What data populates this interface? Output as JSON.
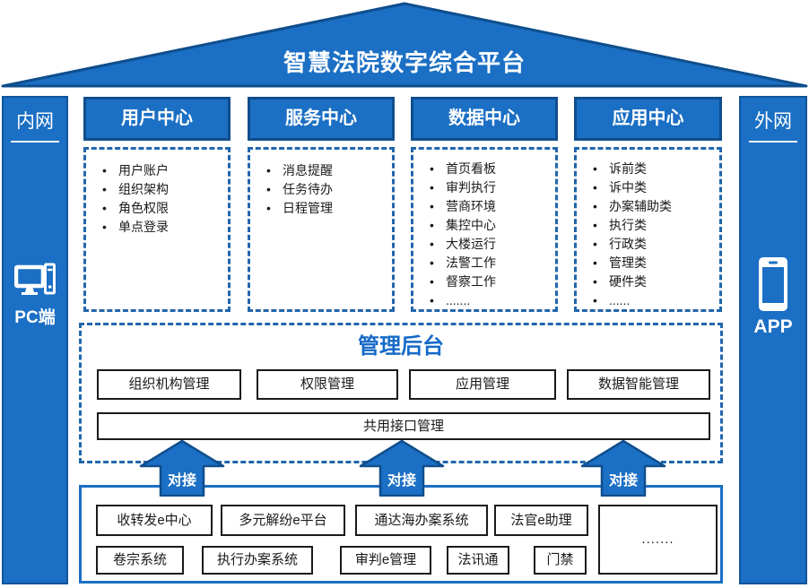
{
  "colors": {
    "primary_blue": "#1b6fc4",
    "dark_blue_border": "#0f4e8c",
    "dashed_border_blue": "#2166ac",
    "admin_title_blue": "#1569c8",
    "box_border_black": "#1a1a1a",
    "text_black": "#1a1a1a",
    "white": "#ffffff"
  },
  "roof": {
    "title": "智慧法院数字综合平台"
  },
  "left_rail": {
    "network_label": "内网",
    "icon": "desktop-pc-icon",
    "device_label": "PC端"
  },
  "right_rail": {
    "network_label": "外网",
    "icon": "smartphone-icon",
    "device_label": "APP"
  },
  "centers": [
    {
      "title": "用户中心",
      "items": [
        "用户账户",
        "组织架构",
        "角色权限",
        "单点登录"
      ]
    },
    {
      "title": "服务中心",
      "items": [
        "消息提醒",
        "任务待办",
        "日程管理"
      ]
    },
    {
      "title": "数据中心",
      "items": [
        "首页看板",
        "审判执行",
        "营商环境",
        "集控中心",
        "大楼运行",
        "法警工作",
        "督察工作",
        "......."
      ]
    },
    {
      "title": "应用中心",
      "items": [
        "诉前类",
        "诉中类",
        "办案辅助类",
        "执行类",
        "行政类",
        "管理类",
        "硬件类",
        "......"
      ]
    }
  ],
  "admin_backend": {
    "title": "管理后台",
    "modules": [
      "组织机构管理",
      "权限管理",
      "应用管理",
      "数据智能管理"
    ],
    "shared_module": "共用接口管理"
  },
  "connectors": {
    "label": "对接"
  },
  "external_systems": {
    "row1": [
      "收转发e中心",
      "多元解纷e平台",
      "通达海办案系统",
      "法官e助理"
    ],
    "row2": [
      "卷宗系统",
      "执行办案系统",
      "审判e管理",
      "法讯通",
      "门禁"
    ],
    "more_label": "......."
  }
}
